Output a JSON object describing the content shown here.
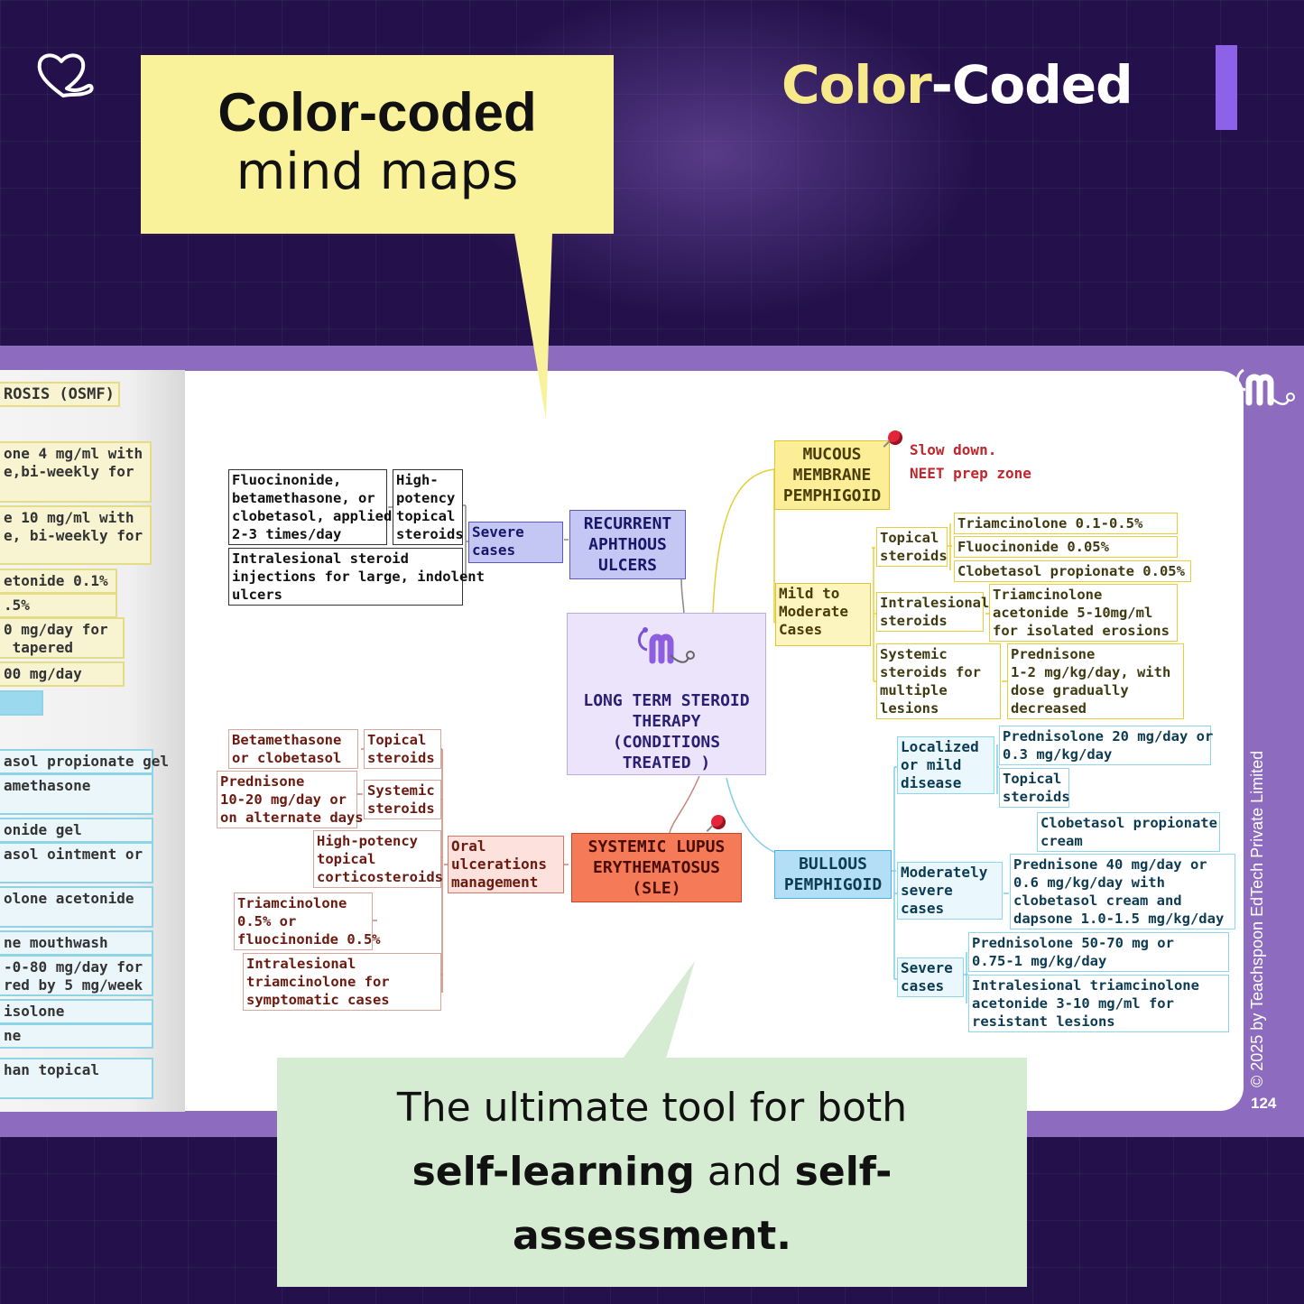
{
  "headline": {
    "bold": "Color-coded",
    "regular": "mind maps"
  },
  "brand": {
    "part1": "Color",
    "part2": "-Coded"
  },
  "tagline": {
    "t1": "The ultimate tool for both",
    "b1": "self-learning",
    "t2": "and",
    "b2": "self-",
    "b3": "assessment."
  },
  "footer": {
    "copyright": "© 2025 by Teachspoon EdTech Private Limited",
    "page_number": "124"
  },
  "colors": {
    "background": "#24114b",
    "band": "#8d6cc0",
    "callout_yellow": "#faf29a",
    "callout_green": "#d6ecd2",
    "brand_yellow": "#f7e98a",
    "brand_bar": "#8d62e8"
  },
  "icons": [
    "heart-logo-icon",
    "stethoscope-m-logo-icon",
    "red-pushpin-icon"
  ],
  "left_page": [
    "ROSIS (OSMF)",
    "one 4 mg/ml with\ne,bi-weekly for",
    "e 10 mg/ml with\ne, bi-weekly for",
    "etonide 0.1%",
    ".5%",
    "0 mg/day for\n tapered",
    "00 mg/day",
    "",
    "asol propionate gel",
    "amethasone",
    "onide gel",
    "asol ointment or",
    "olone acetonide",
    "ne mouthwash",
    "-0-80 mg/day for\nred by 5 mg/week",
    "isolone",
    "ne",
    "han topical"
  ],
  "mindmap": {
    "center": "LONG TERM STEROID\nTHERAPY\n(CONDITIONS\nTREATED )",
    "note": "Slow down.\nNEET prep zone",
    "rau": {
      "title": "RECURRENT\nAPHTHOUS\nULCERS",
      "severe": "Severe\ncases",
      "high": "High-\npotency\ntopical\nsteroids",
      "fluoc": "Fluocinonide,\nbetamethasone, or\nclobetasol, applied\n2-3 times/day",
      "intral": "Intralesional steroid\ninjections for large, indolent\nulcers"
    },
    "mmp": {
      "title": "MUCOUS\nMEMBRANE\nPEMPHIGOID",
      "mild": "Mild to\nModerate\nCases",
      "topical": "Topical\nsteroids",
      "t1": "Triamcinolone 0.1-0.5%",
      "t2": "Fluocinonide 0.05%",
      "t3": "Clobetasol propionate 0.05%",
      "intra": "Intralesional\nsteroids",
      "intra_d": "Triamcinolone\nacetonide 5-10mg/ml\nfor isolated erosions",
      "sys": "Systemic\nsteroids for\nmultiple\nlesions",
      "sys_d": "Prednisone\n1-2 mg/kg/day, with\ndose gradually\ndecreased"
    },
    "sle": {
      "title": "SYSTEMIC LUPUS\nERYTHEMATOSUS\n(SLE)",
      "oral": "Oral\nulcerations\nmanagement",
      "topical": "Topical\nsteroids",
      "beta": "Betamethasone\nor clobetasol",
      "sys": "Systemic\nsteroids",
      "pred": "Prednisone\n10-20 mg/day or\non alternate days",
      "high": "High-potency\ntopical\ncorticosteroids",
      "tri": "Triamcinolone\n0.5% or\nfluocinonide 0.5%",
      "intra": "Intralesional\ntriamcinolone for\nsymptomatic cases"
    },
    "bp": {
      "title": "BULLOUS\nPEMPHIGOID",
      "local": "Localized\nor mild\ndisease",
      "l1": "Prednisolone 20 mg/day or\n0.3 mg/kg/day",
      "l2": "Topical\nsteroids",
      "l3": "Clobetasol propionate\ncream",
      "mod": "Moderately\nsevere\ncases",
      "m1": "Prednisone 40 mg/day or\n0.6 mg/kg/day with\nclobetasol cream and\ndapsone 1.0-1.5 mg/kg/day",
      "sev": "Severe\ncases",
      "s1": "Prednisolone 50-70 mg or\n0.75-1 mg/kg/day",
      "s2": "Intralesional triamcinolone\nacetonide 3-10 mg/ml for\nresistant lesions"
    }
  }
}
